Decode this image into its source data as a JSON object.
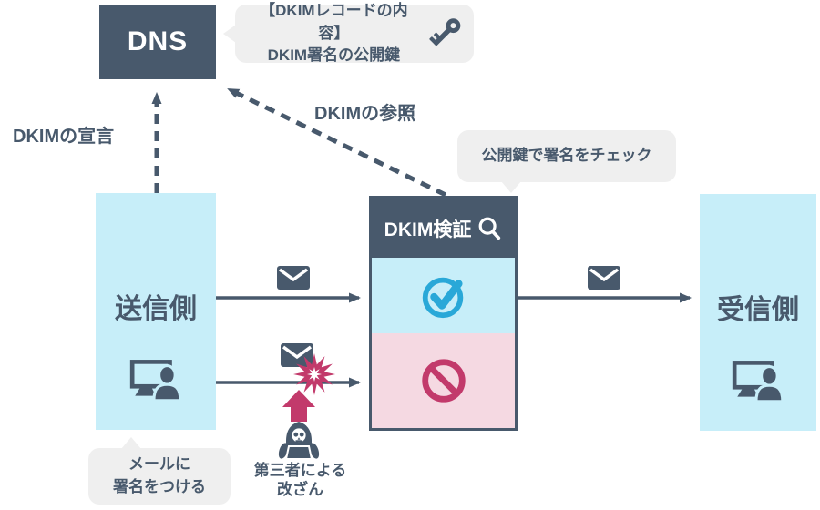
{
  "colors": {
    "slate": "#48596C",
    "light_blue": "#C7EEF9",
    "pink": "#F5D9E2",
    "callout_gray": "#EFEFEF",
    "crimson": "#C23A6B",
    "cyan": "#29A8D8",
    "white": "#FFFFFF"
  },
  "dns_box": {
    "label": "DNS"
  },
  "dns_callout": {
    "line1": "【DKIMレコードの内容】",
    "line2": "DKIM署名の公開鍵",
    "icon": "key-icon"
  },
  "flow_labels": {
    "declaration": "DKIMの宣言",
    "reference": "DKIMの参照"
  },
  "verify_callout": {
    "label": "公開鍵で署名をチェック"
  },
  "sender_box": {
    "label": "送信側",
    "icon": "computer-user-icon"
  },
  "receiver_box": {
    "label": "受信側",
    "icon": "computer-user-icon"
  },
  "verifier_box": {
    "title": "DKIM検証",
    "title_icon": "magnifier-icon",
    "pass_icon": "check-circle-icon",
    "fail_icon": "prohibition-icon"
  },
  "sender_callout": {
    "line1": "メールに",
    "line2": "署名をつける"
  },
  "tamper": {
    "line1": "第三者による",
    "line2": "改ざん",
    "icon": "hacker-icon",
    "burst_icon": "burst-icon",
    "arrow_icon": "tamper-up-arrow"
  }
}
